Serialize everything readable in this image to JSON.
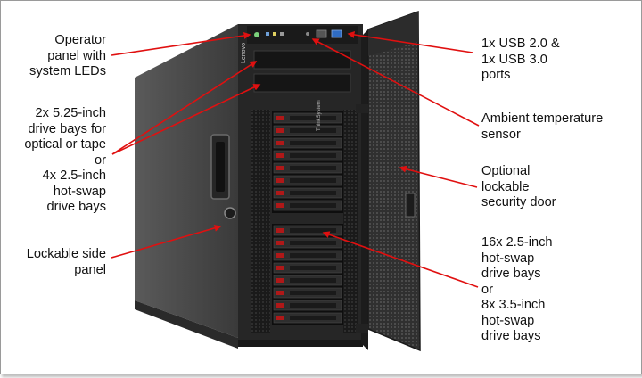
{
  "labels": {
    "operator_panel": "Operator\npanel with\nsystem LEDs",
    "drive_bays_525": "2x 5.25-inch\ndrive bays for\noptical or tape\nor\n4x 2.5-inch\nhot-swap\ndrive bays",
    "side_panel": "Lockable side\npanel",
    "usb_ports": "1x USB 2.0 &\n1x USB 3.0\nports",
    "temp_sensor": "Ambient temperature\nsensor",
    "security_door": "Optional\nlockable\nsecurity door",
    "hotswap_bays": "16x 2.5-inch\nhot-swap\ndrive bays\nor\n8x 3.5-inch\nhot-swap\ndrive bays"
  },
  "device": {
    "brand_side": "Lenovo",
    "brand_bay": "ThinkSystem"
  },
  "colors": {
    "arrow": "#e01010",
    "chassis": "#2b2b2b",
    "side_panel": "#4a4a4a",
    "door": "#3a3a3a"
  }
}
